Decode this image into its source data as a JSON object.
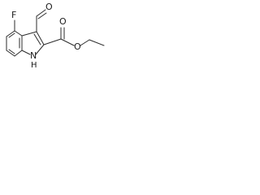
{
  "molecule": {
    "atoms": {
      "fluorine": "F",
      "aldehyde_oxygen": "O",
      "carbonyl_oxygen": "O",
      "ester_oxygen": "O",
      "nitrogen": "N",
      "hydrogen_on_nitrogen": "H"
    }
  },
  "colors": {
    "bond": "#2b2b2b",
    "label": "#1a1a1a",
    "background": "#ffffff"
  }
}
